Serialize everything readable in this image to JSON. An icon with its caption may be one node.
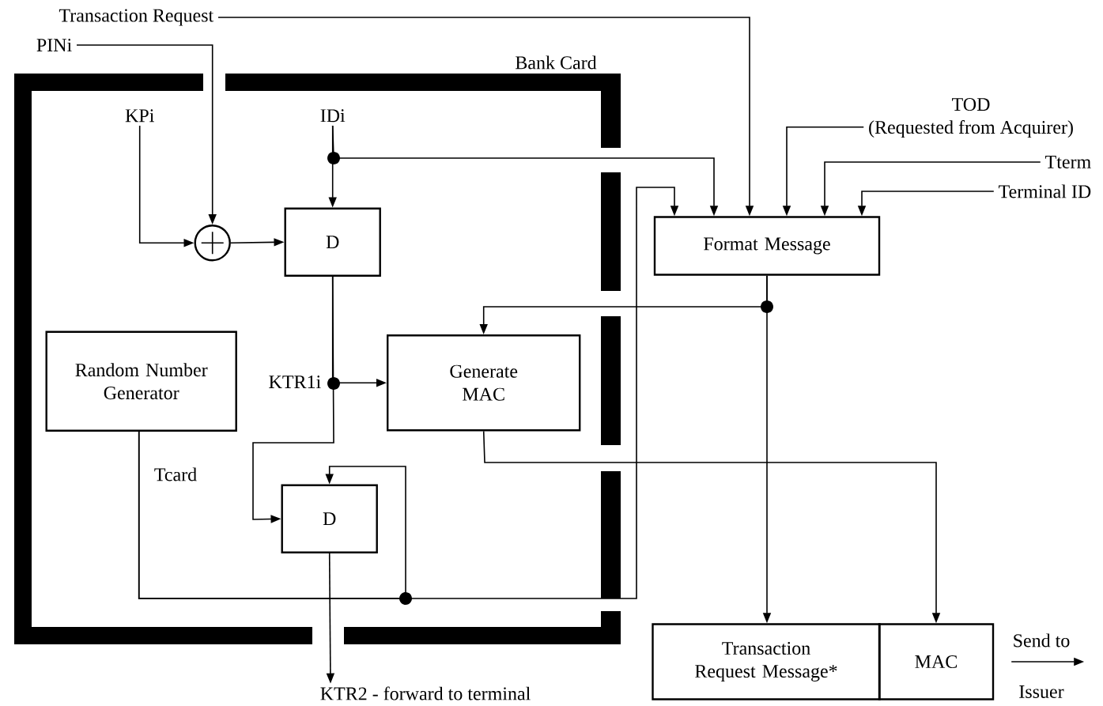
{
  "diagram": {
    "nodes": [
      {
        "text": [
          "Transaction Request"
        ]
      },
      {
        "text": [
          "PINi"
        ]
      },
      {
        "text": [
          "Bank Card"
        ]
      },
      {
        "text": [
          "KPi"
        ],
        "in": 2
      },
      {
        "text": [
          "IDi"
        ],
        "in": 2
      },
      {
        "text": [],
        "shape": "circle",
        "in": 2
      },
      {
        "text": [
          "D"
        ],
        "in": 2
      },
      {
        "text": [
          "Random Number Generator"
        ],
        "in": 2
      },
      {
        "text": [
          "Generate MAC"
        ],
        "in": 2
      },
      {
        "text": [
          "D"
        ],
        "in": 2
      },
      {
        "text": [
          "TOD",
          "(Requested from Acquirer)"
        ]
      },
      {
        "text": [
          "Tterm"
        ]
      },
      {
        "text": [
          "Terminal ID"
        ]
      },
      {
        "text": [
          "Format Message"
        ]
      },
      {
        "text": [
          "Transaction Request Message*"
        ]
      },
      {
        "text": [
          "MAC"
        ]
      },
      {
        "text": [
          "KTR2 - forward to terminal"
        ]
      }
    ],
    "edges": [
      {
        "from": 0,
        "to": 13,
        "arrow": "to"
      },
      {
        "from": 1,
        "to": 5,
        "arrow": "to"
      },
      {
        "from": 3,
        "to": 5,
        "arrow": "to"
      },
      {
        "from": 5,
        "to": 6,
        "arrow": "to"
      },
      {
        "from": 4,
        "to": 6,
        "arrow": "to"
      },
      {
        "from": 4,
        "to": 13,
        "arrow": "to"
      },
      {
        "from": 6,
        "to": 8,
        "arrow": "to",
        "label": "KTR1i"
      },
      {
        "from": 6,
        "to": 9,
        "arrow": "to"
      },
      {
        "from": 7,
        "to": 9,
        "arrow": "to",
        "label": "Tcard"
      },
      {
        "from": 7,
        "to": 13,
        "arrow": "to"
      },
      {
        "from": 9,
        "to": 16,
        "arrow": "to"
      },
      {
        "from": 13,
        "to": 8,
        "arrow": "to"
      },
      {
        "from": 13,
        "to": 14,
        "arrow": "to"
      },
      {
        "from": 8,
        "to": 15,
        "arrow": "to"
      },
      {
        "from": 10,
        "to": 13,
        "arrow": "to"
      },
      {
        "from": 11,
        "to": 13,
        "arrow": "to"
      },
      {
        "from": 12,
        "to": 13,
        "arrow": "to"
      },
      {
        "from": 15,
        "to": null,
        "arrow": "to",
        "label": "Send to"
      }
    ],
    "labels": [
      "Issuer"
    ]
  }
}
